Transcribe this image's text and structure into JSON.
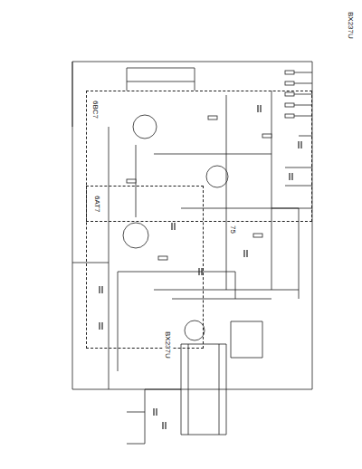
{
  "diagram": {
    "nodes": [
      {
        "text": [
          "6AT7"
        ]
      },
      {
        "text": [
          "6BC7"
        ]
      }
    ],
    "labels": [
      "BX237U",
      "BX237U",
      "75"
    ]
  }
}
